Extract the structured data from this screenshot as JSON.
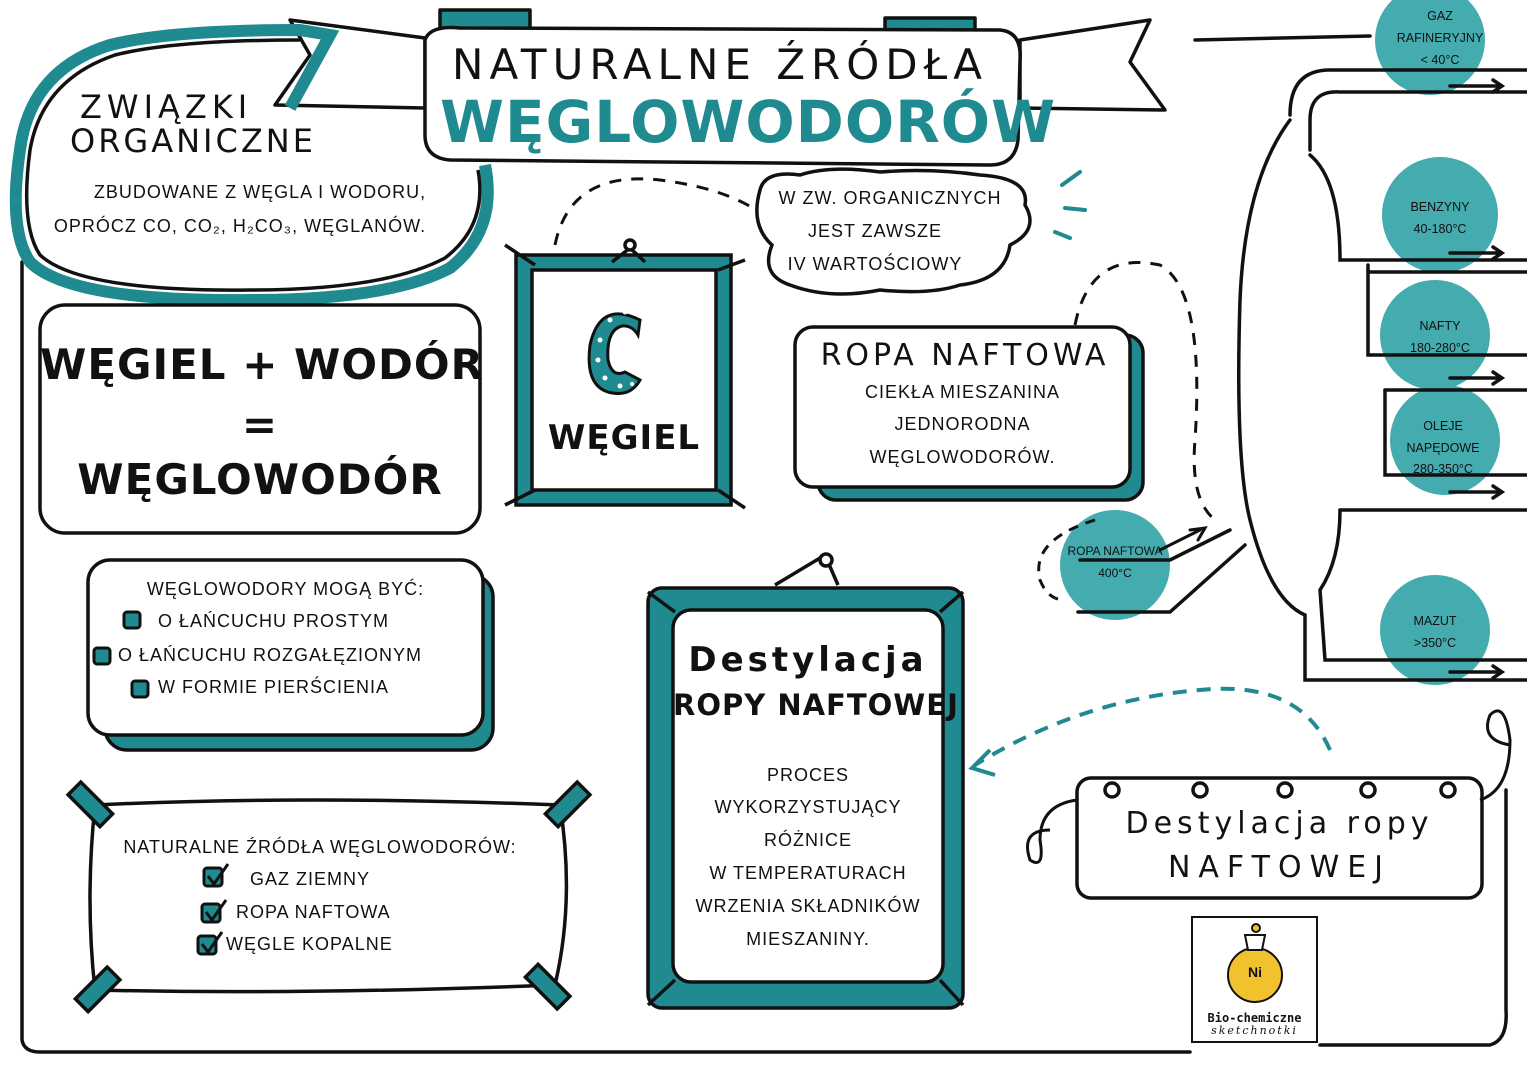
{
  "colors": {
    "teal": "#1f8a8f",
    "blob": "#3aa7aa",
    "ink": "#111111"
  },
  "header": {
    "line1": "Naturalne źródła",
    "line2": "Węglowodorów"
  },
  "organic": {
    "title1": "Związki",
    "title2": "Organiczne",
    "desc1": "Zbudowane z węgla i wodoru,",
    "desc2": "oprócz CO, CO₂, H₂CO₃, węglanów."
  },
  "equation": {
    "line1": "Węgiel + Wodór",
    "line2": "=",
    "line3": "Węglowodór"
  },
  "carbon": {
    "symbol": "C",
    "name": "Węgiel"
  },
  "cloud": {
    "lines": [
      "W zw. organicznych",
      "jest zawsze",
      "IV wartościowy"
    ]
  },
  "ropa": {
    "title": "Ropa naftowa",
    "lines": [
      "Ciekła mieszanina",
      "jednorodna",
      "węglowodorów."
    ]
  },
  "types": {
    "title": "Węglowodory mogą być:",
    "items": [
      "o łańcuchu prostym",
      "o łańcuchu rozgałęzionym",
      "w formie pierścienia"
    ]
  },
  "sources": {
    "title": "Naturalne źródła węglowodorów:",
    "items": [
      "Gaz ziemny",
      "Ropa naftowa",
      "Węgle kopalne"
    ]
  },
  "distillation": {
    "title1": "Destylacja",
    "title2": "ropy naftowej",
    "lines": [
      "Proces",
      "wykorzystujący",
      "różnice",
      "w temperaturach",
      "wrzenia składników",
      "mieszaniny."
    ]
  },
  "banner": {
    "line1": "Destylacja ropy",
    "line2": "naftowej"
  },
  "column": {
    "input": {
      "name": "Ropa naftowa",
      "temp": "400°C"
    },
    "fractions": [
      {
        "name": "Gaz rafineryjny",
        "temp": "< 40°C"
      },
      {
        "name": "Benzyny",
        "temp": "40-180°C"
      },
      {
        "name": "Nafty",
        "temp": "180-280°C"
      },
      {
        "name": "Oleje napędowe",
        "temp": "280-350°C"
      },
      {
        "name": "Mazut",
        "temp": ">350°C"
      }
    ]
  },
  "logo": {
    "line1": "Bio-chemiczne",
    "line2": "sketchnotki",
    "stamp": "Ni"
  }
}
